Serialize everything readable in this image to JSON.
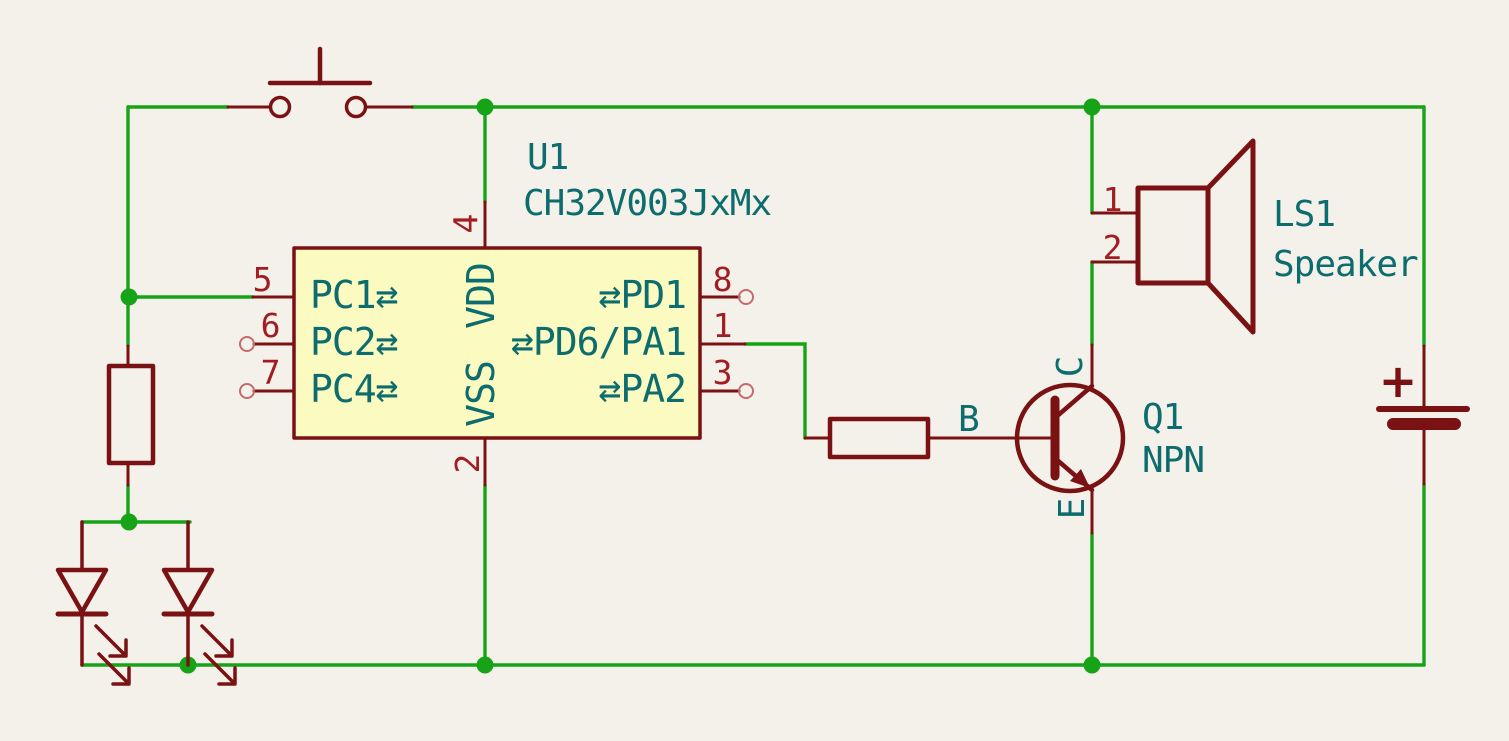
{
  "canvas": {
    "background_color": "#f4f1ea",
    "wire_color": "#17a317",
    "symbol_color": "#7a1112",
    "pin_number_color": "#a21d22",
    "label_color": "#0d6c6e",
    "ic_fill_color": "#fbfac1"
  },
  "glyphs": {
    "bidir": "⇄"
  },
  "ic": {
    "reference": "U1",
    "value": "CH32V003JxMx",
    "pins_left": [
      {
        "num": "5",
        "name": "PC1"
      },
      {
        "num": "6",
        "name": "PC2"
      },
      {
        "num": "7",
        "name": "PC4"
      }
    ],
    "pins_right": [
      {
        "num": "8",
        "name": "PD1"
      },
      {
        "num": "1",
        "name": "PD6/PA1"
      },
      {
        "num": "3",
        "name": "PA2"
      }
    ],
    "pin_top": {
      "num": "4",
      "name": "VDD"
    },
    "pin_bottom": {
      "num": "2",
      "name": "VSS"
    }
  },
  "speaker": {
    "reference": "LS1",
    "value": "Speaker",
    "pin1": "1",
    "pin2": "2"
  },
  "transistor": {
    "reference": "Q1",
    "value": "NPN",
    "collector": "C",
    "base": "B",
    "emitter": "E"
  },
  "battery": {
    "plus": "+"
  }
}
